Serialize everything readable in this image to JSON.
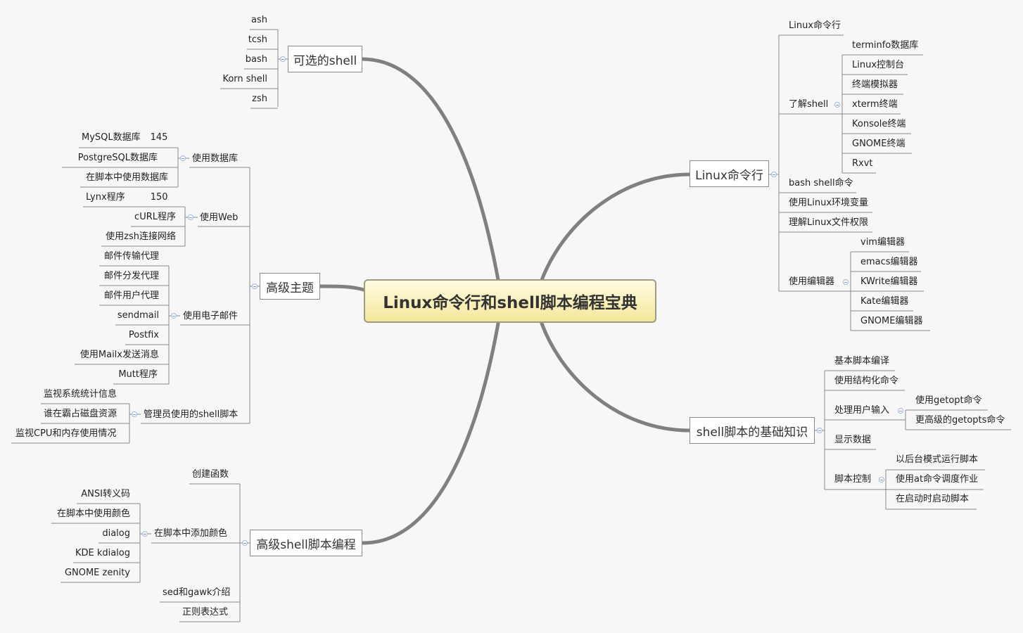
{
  "root": {
    "title": "Linux命令行和shell脚本编程宝典"
  },
  "branches": {
    "optional_shell": {
      "label": "可选的shell",
      "items": [
        "ash",
        "tcsh",
        "bash",
        "Korn shell",
        "zsh"
      ]
    },
    "advanced_topics": {
      "label": "高级主题",
      "database": {
        "label": "使用数据库",
        "items": [
          "MySQL数据库",
          "PostgreSQL数据库",
          "在脚本中使用数据库"
        ],
        "page": "145"
      },
      "web": {
        "label": "使用Web",
        "items": [
          "Lynx程序",
          "cURL程序",
          "使用zsh连接网络"
        ],
        "page": "150"
      },
      "email": {
        "label": "使用电子邮件",
        "items": [
          "邮件传输代理",
          "邮件分发代理",
          "邮件用户代理",
          "sendmail",
          "Postfix",
          "使用Mailx发送消息",
          "Mutt程序"
        ]
      },
      "admin": {
        "label": "管理员使用的shell脚本",
        "items": [
          "监视系统统计信息",
          "谁在霸占磁盘资源",
          "监视CPU和内存使用情况"
        ]
      }
    },
    "advanced_scripting": {
      "label": "高级shell脚本编程",
      "create_func": "创建函数",
      "color": {
        "label": "在脚本中添加颜色",
        "items": [
          "ANSI转义码",
          "在脚本中使用颜色",
          "dialog",
          "KDE kdialog",
          "GNOME zenity"
        ]
      },
      "sed_gawk": "sed和gawk介绍",
      "regex": "正则表达式"
    },
    "linux_cli": {
      "label": "Linux命令行",
      "cli": "Linux命令行",
      "shell": {
        "label": "了解shell",
        "items": [
          "terminfo数据库",
          "Linux控制台",
          "终端模拟器",
          "xterm终端",
          "Konsole终端",
          "GNOME终端",
          "Rxvt"
        ]
      },
      "bash_cmd": "bash shell命令",
      "env": "使用Linux环境变量",
      "perm": "理解Linux文件权限",
      "editors": {
        "label": "使用编辑器",
        "items": [
          "vim编辑器",
          "emacs编辑器",
          "KWrite编辑器",
          "Kate编辑器",
          "GNOME编辑器"
        ]
      }
    },
    "shell_basics": {
      "label": "shell脚本的基础知识",
      "compile": "基本脚本编译",
      "structured": "使用结构化命令",
      "input": {
        "label": "处理用户输入",
        "items": [
          "使用getopt命令",
          "更高级的getopts命令"
        ]
      },
      "display": "显示数据",
      "control": {
        "label": "脚本控制",
        "items": [
          "以后台模式运行脚本",
          "使用at命令调度作业",
          "在启动时启动脚本"
        ]
      }
    }
  },
  "colors": {
    "connector": "#7f7f7f",
    "underline": "#8a8a8a",
    "root_fill": "#f4e79a",
    "fold_marker": "#7e9cc9"
  }
}
